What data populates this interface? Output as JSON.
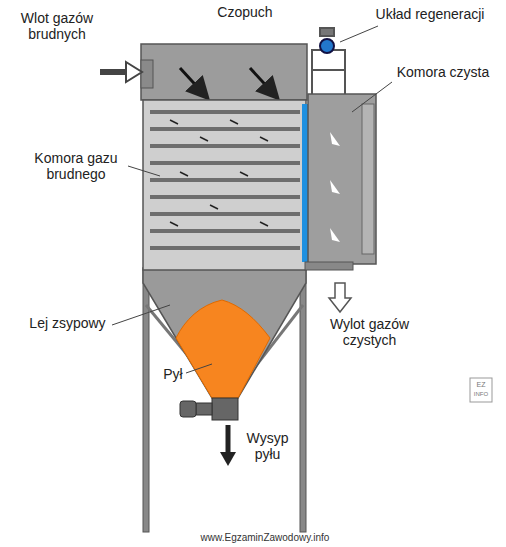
{
  "diagram": {
    "labels": [
      "Wlot gazów brudnych",
      "Czopuch",
      "Układ regeneracji",
      "Komora czysta",
      "Komora gazu brudnego",
      "Lej zsypowy",
      "Wylot gazów czystych",
      "Pył",
      "Wysyp pyłu",
      "www.EgzaminZawodowy.info",
      "EZ",
      "INFO"
    ]
  }
}
